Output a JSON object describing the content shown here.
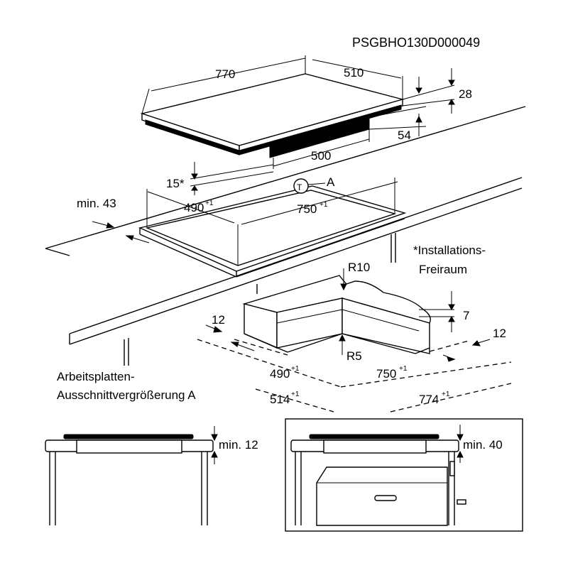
{
  "code": "PSGBHO130D000049",
  "hob": {
    "width": "770",
    "depth": "510",
    "thickness": "28",
    "box_height": "54",
    "box_width": "500",
    "clearance": "15*"
  },
  "cutout": {
    "depth": "490",
    "width": "750",
    "tolerance": "+1",
    "min_front": "min. 43",
    "detail_marker": "A"
  },
  "note": {
    "line1": "*Installations-",
    "line2": "Freiraum"
  },
  "detail": {
    "radius_top": "R10",
    "radius_bottom": "R5",
    "offset_left": "12",
    "offset_right": "12",
    "height": "7",
    "depth": "490",
    "width": "750",
    "outer_depth": "514",
    "outer_width": "774",
    "tolerance": "+1",
    "caption_line1": "Arbeitsplatten-",
    "caption_line2": "Ausschnittvergrößerung A"
  },
  "bottom": {
    "left_label": "min. 12",
    "right_label": "min. 40"
  }
}
